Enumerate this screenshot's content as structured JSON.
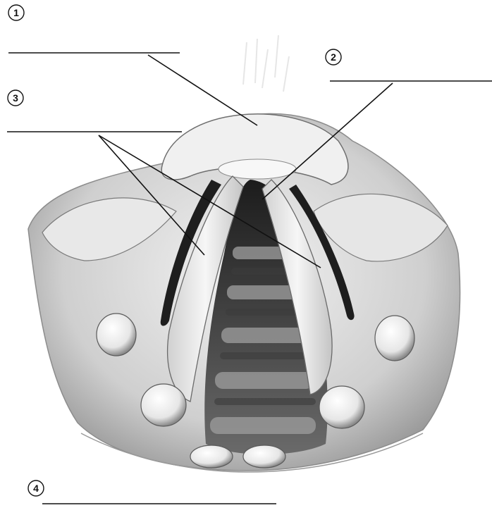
{
  "labels": [
    {
      "id": "1",
      "text": "1",
      "answer": ""
    },
    {
      "id": "2",
      "text": "2",
      "answer": ""
    },
    {
      "id": "3",
      "text": "3",
      "answer": ""
    },
    {
      "id": "4",
      "text": "4",
      "answer": ""
    }
  ],
  "colors": {
    "background": "#ffffff",
    "tissue_light": "#e2e2e2",
    "tissue_mid": "#b9b9b9",
    "tissue_dark": "#5a5a5a",
    "cavity": "#2b2b2b",
    "line": "#111111"
  }
}
